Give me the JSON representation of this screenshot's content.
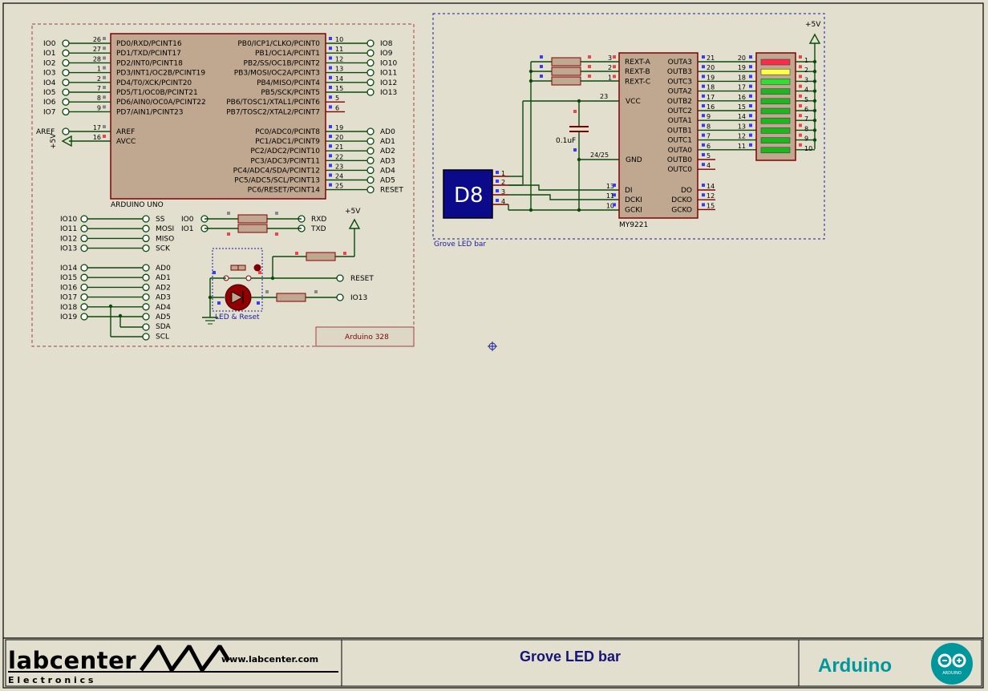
{
  "title_block": {
    "company": "labcenter",
    "company_sub": "E l e c t r o n i c s",
    "website": "www.labcenter.com",
    "title": "Grove LED bar",
    "brand": "Arduino",
    "logo_small": "ARDUINO"
  },
  "arduino_block": {
    "chip_name": "ARDUINO UNO",
    "module_label": "Arduino 328",
    "left_pins": [
      {
        "net": "IO0",
        "num": "26",
        "name": "PD0/RXD/PCINT16"
      },
      {
        "net": "IO1",
        "num": "27",
        "name": "PD1/TXD/PCINT17"
      },
      {
        "net": "IO2",
        "num": "28",
        "name": "PD2/INT0/PCINT18"
      },
      {
        "net": "IO3",
        "num": "1",
        "name": "PD3/INT1/OC2B/PCINT19"
      },
      {
        "net": "IO4",
        "num": "2",
        "name": "PD4/T0/XCK/PCINT20"
      },
      {
        "net": "IO5",
        "num": "7",
        "name": "PD5/T1/OC0B/PCINT21"
      },
      {
        "net": "IO6",
        "num": "8",
        "name": "PD6/AIN0/OC0A/PCINT22"
      },
      {
        "net": "IO7",
        "num": "9",
        "name": "PD7/AIN1/PCINT23"
      }
    ],
    "aref_pins": [
      {
        "net": "AREF",
        "num": "17",
        "name": "AREF"
      },
      {
        "net": "+5V",
        "num": "16",
        "name": "AVCC"
      }
    ],
    "right_pins_b": [
      {
        "net": "IO8",
        "num": "10",
        "name": "PB0/ICP1/CLKO/PCINT0"
      },
      {
        "net": "IO9",
        "num": "11",
        "name": "PB1/OC1A/PCINT1"
      },
      {
        "net": "IO10",
        "num": "12",
        "name": "PB2/SS/OC1B/PCINT2"
      },
      {
        "net": "IO11",
        "num": "13",
        "name": "PB3/MOSI/OC2A/PCINT3"
      },
      {
        "net": "IO12",
        "num": "14",
        "name": "PB4/MISO/PCINT4"
      },
      {
        "net": "IO13",
        "num": "15",
        "name": "PB5/SCK/PCINT5"
      },
      {
        "net": "",
        "num": "5",
        "name": "PB6/TOSC1/XTAL1/PCINT6"
      },
      {
        "net": "",
        "num": "6",
        "name": "PB7/TOSC2/XTAL2/PCINT7"
      }
    ],
    "right_pins_c": [
      {
        "net": "AD0",
        "num": "19",
        "name": "PC0/ADC0/PCINT8"
      },
      {
        "net": "AD1",
        "num": "20",
        "name": "PC1/ADC1/PCINT9"
      },
      {
        "net": "AD2",
        "num": "21",
        "name": "PC2/ADC2/PCINT10"
      },
      {
        "net": "AD3",
        "num": "22",
        "name": "PC3/ADC3/PCINT11"
      },
      {
        "net": "AD4",
        "num": "23",
        "name": "PC4/ADC4/SDA/PCINT12"
      },
      {
        "net": "AD5",
        "num": "24",
        "name": "PC5/ADC5/SCL/PCINT13"
      },
      {
        "net": "RESET",
        "num": "25",
        "name": "PC6/RESET/PCINT14"
      }
    ],
    "spi_map": [
      {
        "from": "IO10",
        "to": "SS"
      },
      {
        "from": "IO11",
        "to": "MOSI"
      },
      {
        "from": "IO12",
        "to": "MISO"
      },
      {
        "from": "IO13",
        "to": "SCK"
      }
    ],
    "uart_map": [
      {
        "from": "IO0",
        "to": "RXD"
      },
      {
        "from": "IO1",
        "to": "TXD"
      }
    ],
    "analog_map": [
      {
        "from": "IO14",
        "to": "AD0"
      },
      {
        "from": "IO15",
        "to": "AD1"
      },
      {
        "from": "IO16",
        "to": "AD2"
      },
      {
        "from": "IO17",
        "to": "AD3"
      },
      {
        "from": "IO18",
        "to": "AD4"
      },
      {
        "from": "IO19",
        "to": "AD5"
      },
      {
        "from": "",
        "to": "SDA"
      },
      {
        "from": "",
        "to": "SCL"
      }
    ],
    "power_label": "+5V",
    "reset_label": "RESET",
    "io13_label": "IO13",
    "led_reset_label": "LED & Reset"
  },
  "grove_block": {
    "label": "Grove LED bar",
    "connector": "D8",
    "connector_pins": [
      "1",
      "2",
      "3",
      "4"
    ],
    "chip_name": "MY9221",
    "power_label": "+5V",
    "cap_label": "0.1uF",
    "vcc_num": "23",
    "gnd_num": "24/25",
    "chip_left_top": [
      {
        "num": "3",
        "name": "REXT-A"
      },
      {
        "num": "2",
        "name": "REXT-B"
      },
      {
        "num": "1",
        "name": "REXT-C"
      }
    ],
    "chip_left_bottom": [
      {
        "num": "13",
        "name": "DI"
      },
      {
        "num": "11",
        "name": "DCKI"
      },
      {
        "num": "10",
        "name": "GCKI"
      }
    ],
    "vcc_name": "VCC",
    "gnd_name": "GND",
    "chip_right": [
      {
        "name": "OUTA3",
        "num": "21",
        "bar_in": "20"
      },
      {
        "name": "OUTB3",
        "num": "20",
        "bar_in": "19"
      },
      {
        "name": "OUTC3",
        "num": "19",
        "bar_in": "18"
      },
      {
        "name": "OUTA2",
        "num": "18",
        "bar_in": "17"
      },
      {
        "name": "OUTB2",
        "num": "17",
        "bar_in": "16"
      },
      {
        "name": "OUTC2",
        "num": "16",
        "bar_in": "15"
      },
      {
        "name": "OUTA1",
        "num": "9",
        "bar_in": "14"
      },
      {
        "name": "OUTB1",
        "num": "8",
        "bar_in": "13"
      },
      {
        "name": "OUTC1",
        "num": "7",
        "bar_in": "12"
      },
      {
        "name": "OUTA0",
        "num": "6",
        "bar_in": "11"
      },
      {
        "name": "OUTB0",
        "num": "5",
        "bar_in": ""
      },
      {
        "name": "OUTC0",
        "num": "4",
        "bar_in": ""
      }
    ],
    "chip_right_bottom": [
      {
        "name": "DO",
        "num": "14"
      },
      {
        "name": "DCKO",
        "num": "12"
      },
      {
        "name": "GCKO",
        "num": "15"
      }
    ],
    "bar_right_pins": [
      "1",
      "2",
      "3",
      "4",
      "5",
      "6",
      "7",
      "8",
      "9",
      "10"
    ],
    "bar_colors": [
      "#ff2a4a",
      "#ffff44",
      "#30e030",
      "#1fb51f",
      "#1fb51f",
      "#1fb51f",
      "#1fb51f",
      "#1fb51f",
      "#1fb51f",
      "#1fb51f"
    ]
  },
  "colors": {
    "chip_fill": "#c0a890",
    "wire": "#0a4a0a",
    "chip_border": "#800000",
    "connector_fill": "#0a0a8a",
    "title_blue": "#14147a",
    "brand_teal": "#00979c"
  }
}
